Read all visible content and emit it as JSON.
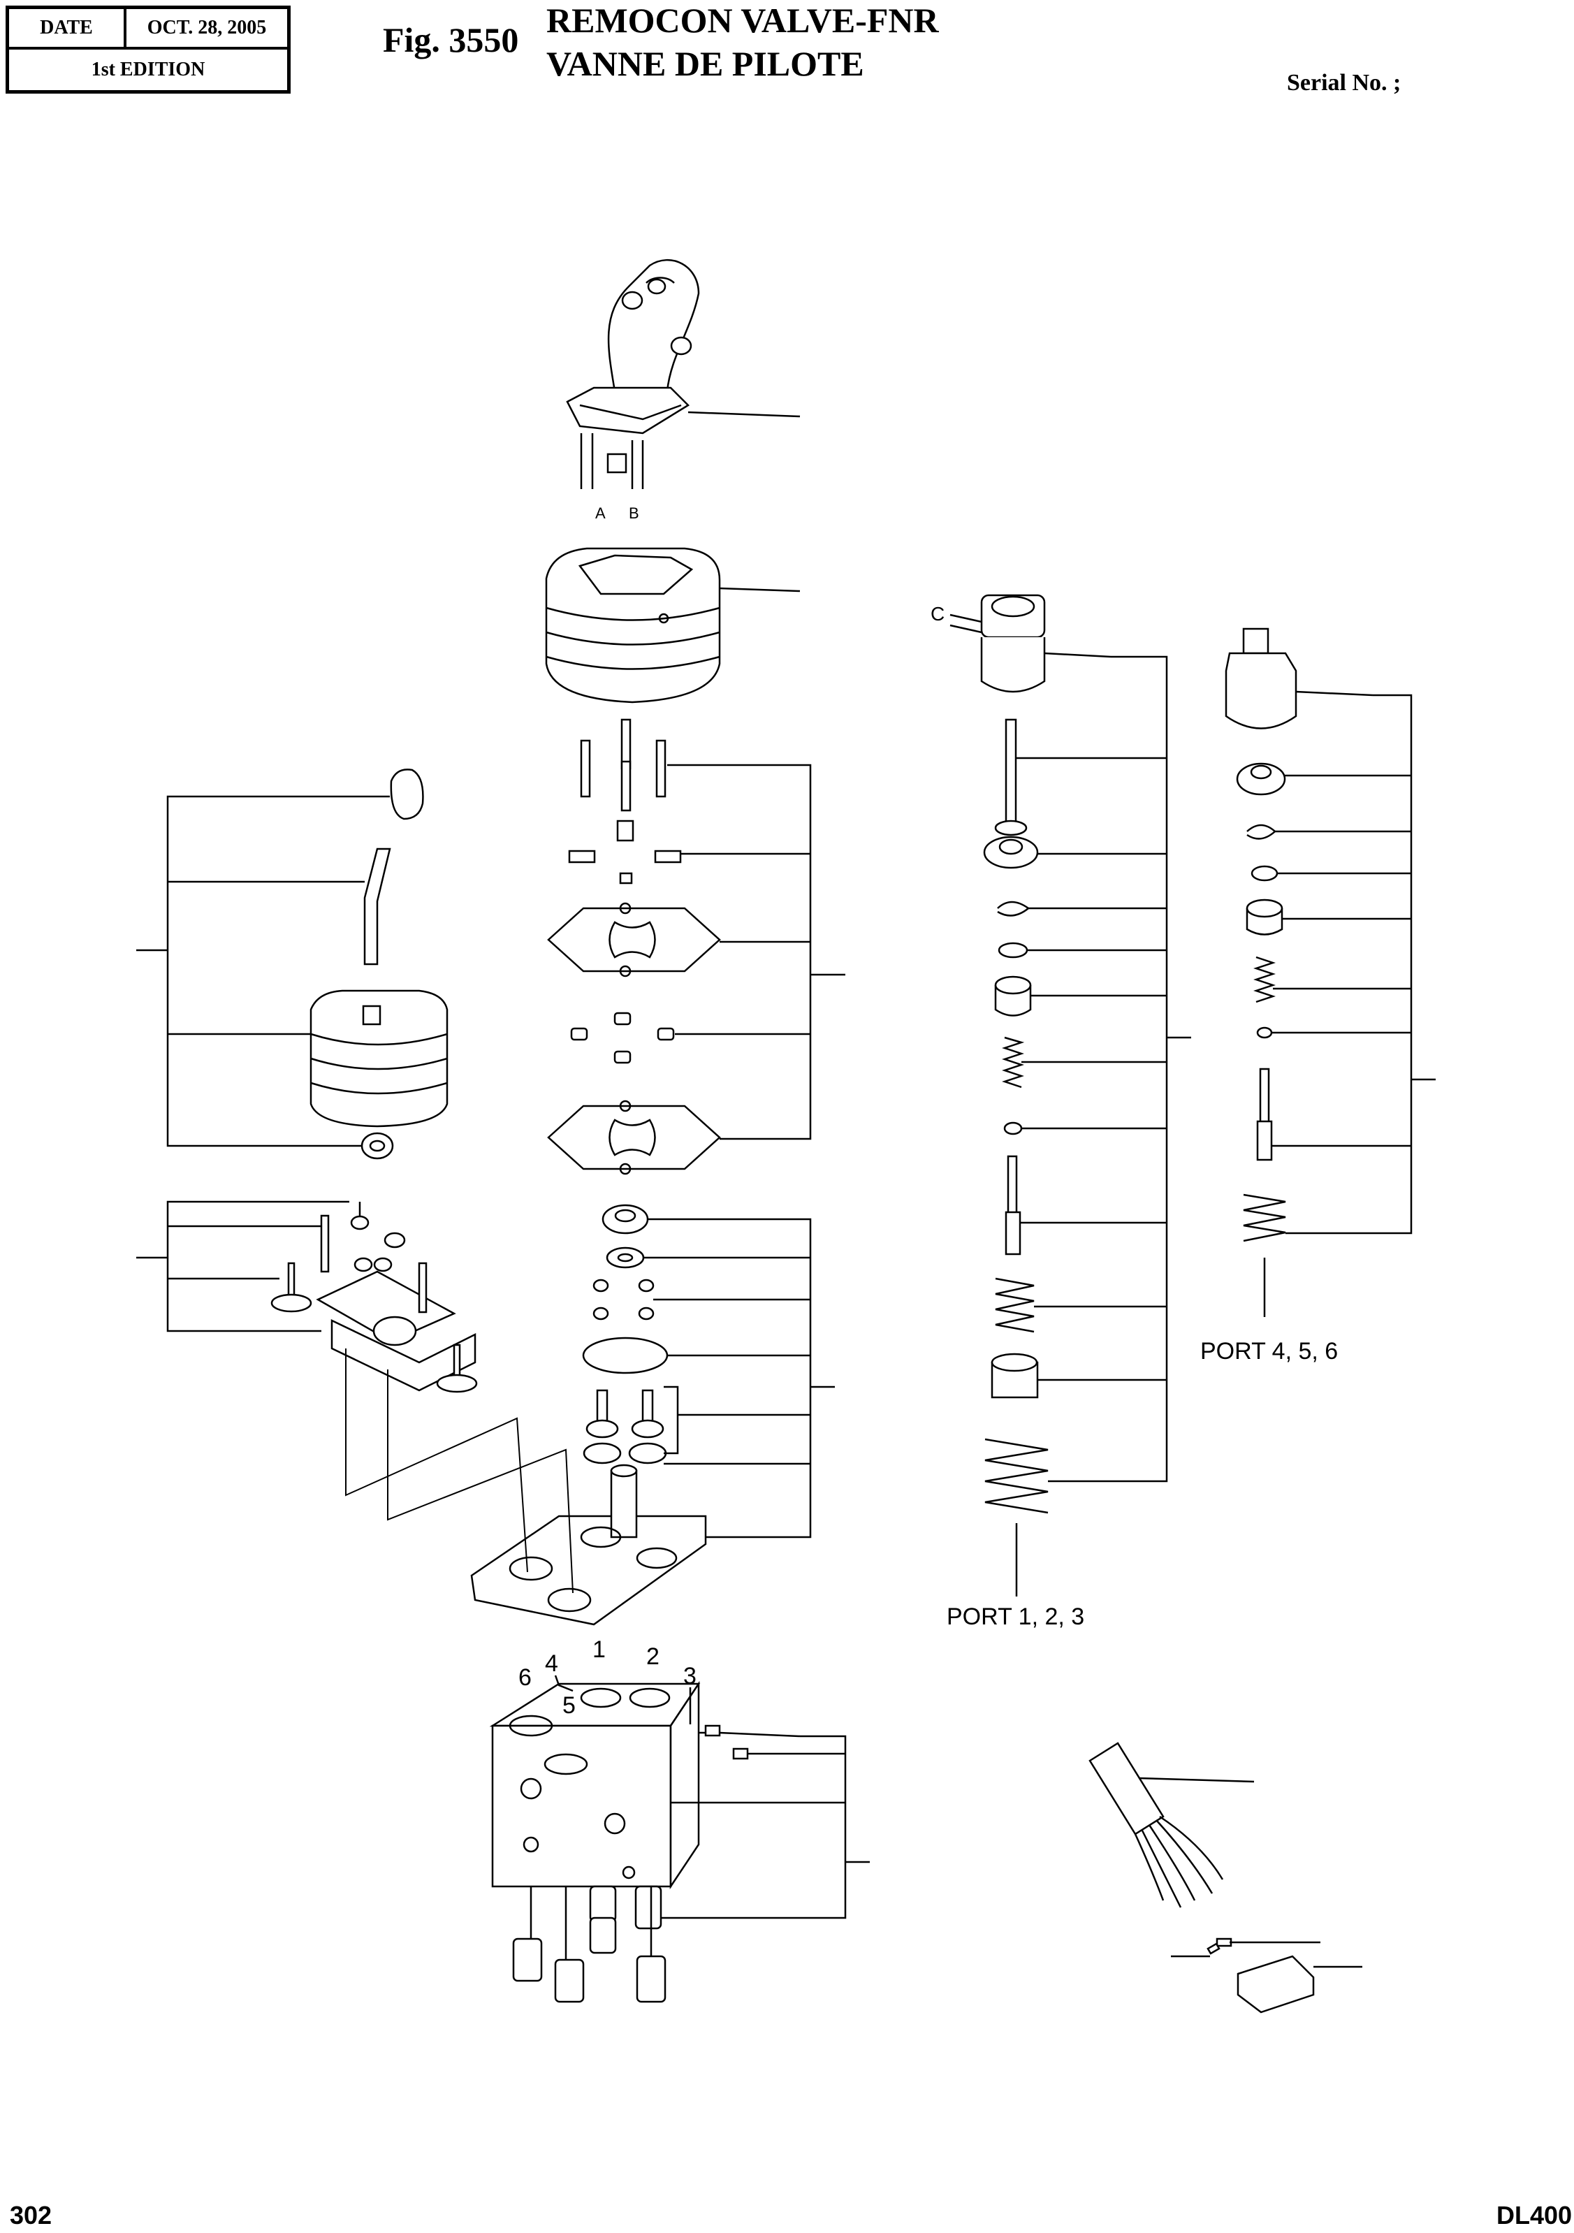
{
  "header": {
    "date_label": "DATE",
    "date_value": "OCT. 28, 2005",
    "edition": "1st EDITION",
    "fig_label": "Fig.  3550",
    "title_en": "REMOCON VALVE-FNR",
    "title_fr": "VANNE DE PILOTE",
    "serial_label": "Serial No. ;"
  },
  "diagram": {
    "handle_wires": [
      "A",
      "B"
    ],
    "solenoid_wire": "C",
    "port_groups": [
      "PORT 1, 2, 3",
      "PORT 4, 5, 6"
    ],
    "port_numbers": [
      "1",
      "2",
      "3",
      "4",
      "5",
      "6"
    ]
  },
  "footer": {
    "page_number": "302",
    "model": "DL400"
  }
}
